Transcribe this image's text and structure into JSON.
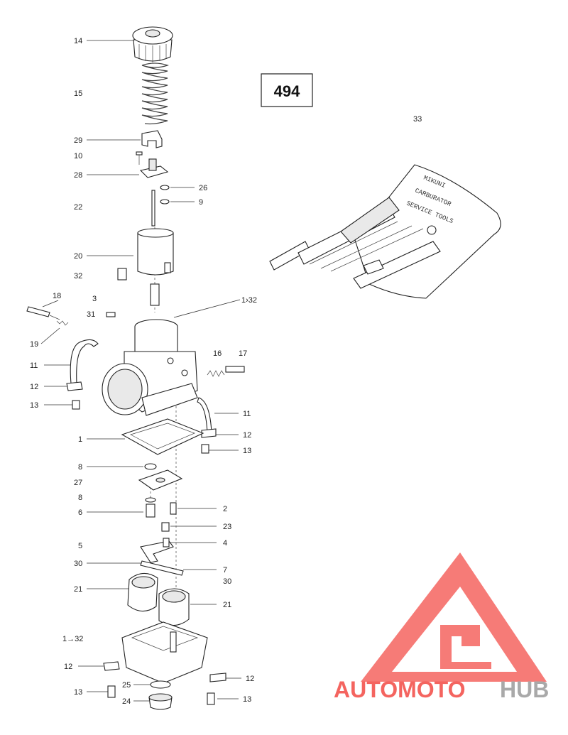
{
  "diagram": {
    "ref_number": "494",
    "labels": [
      {
        "id": "l14",
        "text": "14"
      },
      {
        "id": "l15",
        "text": "15"
      },
      {
        "id": "l29",
        "text": "29"
      },
      {
        "id": "l10",
        "text": "10"
      },
      {
        "id": "l28",
        "text": "28"
      },
      {
        "id": "l26",
        "text": "26"
      },
      {
        "id": "l22",
        "text": "22"
      },
      {
        "id": "l9",
        "text": "9"
      },
      {
        "id": "l20",
        "text": "20"
      },
      {
        "id": "l32a",
        "text": "32"
      },
      {
        "id": "l18",
        "text": "18"
      },
      {
        "id": "l3",
        "text": "3"
      },
      {
        "id": "l1to32a",
        "text": "1›32"
      },
      {
        "id": "l31",
        "text": "31"
      },
      {
        "id": "l19",
        "text": "19"
      },
      {
        "id": "l16",
        "text": "16"
      },
      {
        "id": "l17",
        "text": "17"
      },
      {
        "id": "l11a",
        "text": "11"
      },
      {
        "id": "l12a",
        "text": "12"
      },
      {
        "id": "l13a",
        "text": "13"
      },
      {
        "id": "l11b",
        "text": "11"
      },
      {
        "id": "l1",
        "text": "1"
      },
      {
        "id": "l12b",
        "text": "12"
      },
      {
        "id": "l13b",
        "text": "13"
      },
      {
        "id": "l8a",
        "text": "8"
      },
      {
        "id": "l27",
        "text": "27"
      },
      {
        "id": "l8b",
        "text": "8"
      },
      {
        "id": "l6",
        "text": "6"
      },
      {
        "id": "l2",
        "text": "2"
      },
      {
        "id": "l23",
        "text": "23"
      },
      {
        "id": "l5",
        "text": "5"
      },
      {
        "id": "l4",
        "text": "4"
      },
      {
        "id": "l30a",
        "text": "30"
      },
      {
        "id": "l7",
        "text": "7"
      },
      {
        "id": "l30b",
        "text": "30"
      },
      {
        "id": "l21a",
        "text": "21"
      },
      {
        "id": "l21b",
        "text": "21"
      },
      {
        "id": "l1to32b",
        "text": "1→32"
      },
      {
        "id": "l12c",
        "text": "12"
      },
      {
        "id": "l12d",
        "text": "12"
      },
      {
        "id": "l25",
        "text": "25"
      },
      {
        "id": "l13c",
        "text": "13"
      },
      {
        "id": "l24",
        "text": "24"
      },
      {
        "id": "l13d",
        "text": "13"
      },
      {
        "id": "l33",
        "text": "33"
      }
    ],
    "tool_kit_text": [
      "MIKUNI",
      "CARBURATOR",
      "SERVICE TOOLS"
    ]
  },
  "watermark": {
    "text_red": "AUTOMOTO",
    "text_grey": "HUB",
    "color_red": "#f4645f",
    "color_grey": "#a9a9a9"
  }
}
